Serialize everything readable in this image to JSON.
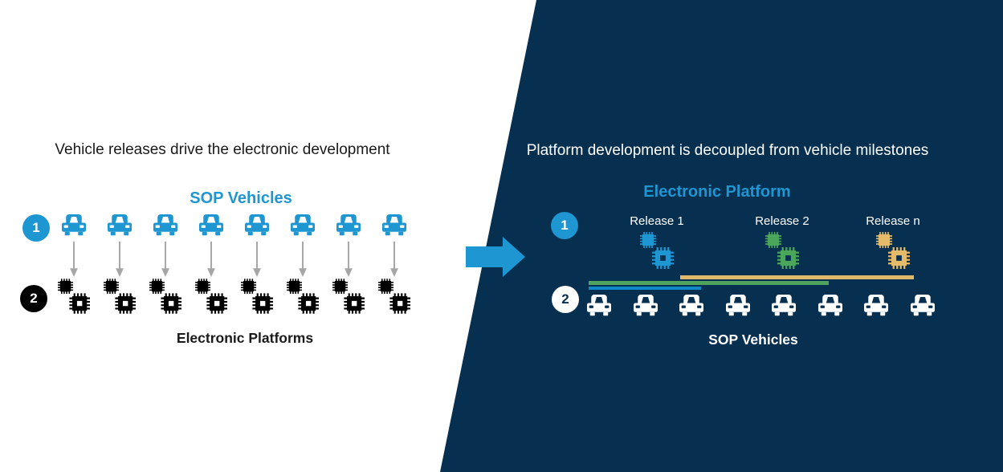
{
  "colors": {
    "accent_blue": "#1E96D2",
    "navy_background": "#062F50",
    "white": "#FFFFFF",
    "black": "#000000",
    "gray_arrow": "#A6A6A6"
  },
  "left_panel": {
    "title": "Vehicle releases drive the electronic development",
    "step1_badge": "1",
    "vehicles_label": "SOP Vehicles",
    "vehicle_count": 8,
    "arrow_count": 8,
    "step2_badge": "2",
    "platform_count": 8,
    "platforms_label": "Electronic Platforms"
  },
  "right_panel": {
    "title": "Platform development is decoupled from vehicle milestones",
    "platform_label": "Electronic Platform",
    "step1_badge": "1",
    "step2_badge": "2",
    "releases": [
      {
        "label": "Release 1",
        "color": "#1E96D2",
        "bar_color": "#1187C9"
      },
      {
        "label": "Release 2",
        "color": "#4AA75A",
        "bar_color": "#4FA35F"
      },
      {
        "label": "Release n",
        "color": "#E5BA68",
        "bar_color": "#DFB869"
      }
    ],
    "step2_label": "SOP Vehicles",
    "vehicle_count": 8
  }
}
